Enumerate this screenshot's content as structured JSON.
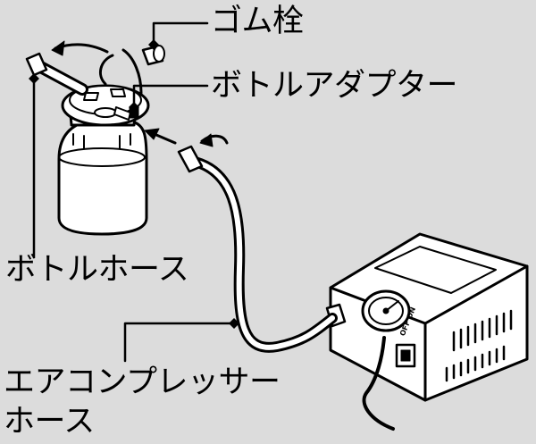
{
  "labels": {
    "rubber_plug": "ゴム栓",
    "bottle_adapter": "ボトルアダプター",
    "bottle_hose": "ボトルホース",
    "compressor_hose_line1": "エアコンプレッサー",
    "compressor_hose_line2": "ホース"
  },
  "compressor": {
    "switch_text": "OFF ON"
  },
  "colors": {
    "background": "#dcdcdc",
    "line": "#000000",
    "fill": "#ffffff"
  }
}
